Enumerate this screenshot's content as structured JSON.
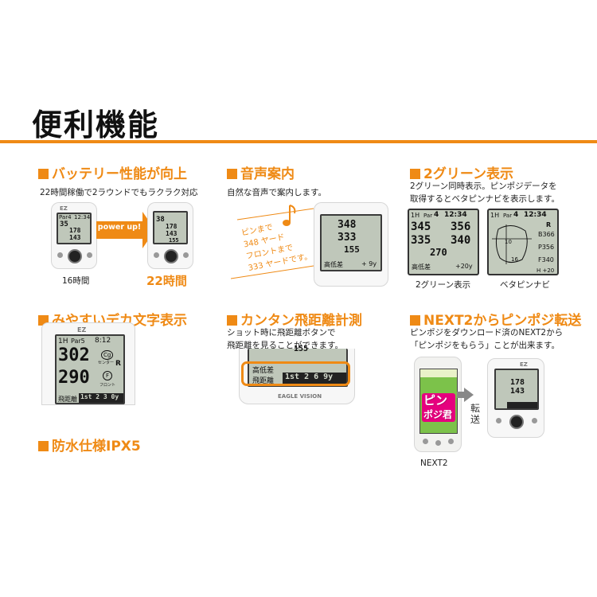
{
  "page": {
    "title": "便利機能"
  },
  "sections": {
    "battery": {
      "heading": "バッテリー性能が向上",
      "desc": "22時間稼働で2ラウンドでもラクラク対応",
      "arrow_label": "power up!",
      "old_caption": "16時間",
      "new_caption": "22時間",
      "old_screen": {
        "mode": "Par4",
        "clock": "12:34",
        "n1": "35",
        "n2": "178",
        "n3": "143"
      },
      "new_screen": {
        "n1": "38",
        "n2": "178",
        "n3": "143",
        "n4": "155"
      }
    },
    "voice": {
      "heading": "音声案内",
      "desc": "自然な音声で案内します。",
      "speech_lines": [
        "ピンまで",
        "348 ヤード",
        "フロントまで",
        "333 ヤードです。"
      ],
      "screen": {
        "n1": "348",
        "n2": "333",
        "n3": "155",
        "label": "高低差",
        "value": "+ 9y"
      }
    },
    "green": {
      "heading": "2グリーン表示",
      "desc_lines": [
        "2グリーン同時表示。ピンポジデータを",
        "取得するとベタピンナビを表示します。"
      ],
      "two_green": {
        "hole": "1H",
        "par": "Par",
        "par_num": "4",
        "clock": "12:34",
        "left_top": "345",
        "right_top": "356",
        "left_bottom": "335",
        "right_bottom": "340",
        "center": "270",
        "label": "高低差",
        "value": "+20y",
        "caption": "2グリーン表示"
      },
      "betapin": {
        "hole": "1H",
        "par": "Par",
        "par_num": "4",
        "clock": "12:34",
        "r": "R",
        "b": "B366",
        "p": "P356",
        "f": "F340",
        "h": "H +20",
        "n10": "10",
        "n16": "16",
        "caption": "ベタピンナビ"
      }
    },
    "bignum": {
      "heading": "みやすいデカ文字表示",
      "screen": {
        "hole": "1H",
        "par": "Par5",
        "clock": "8:12",
        "n1": "302",
        "n2": "290",
        "c1": "Cg",
        "c1_sub": "センター",
        "r": "R",
        "c2": "F",
        "c2_sub": "フロント",
        "bar_label": "飛距離",
        "bar_value": "1st 2 3 0y"
      }
    },
    "distance": {
      "heading": "カンタン飛距離計測",
      "desc_lines": [
        "ショット時に飛距離ボタンで",
        "飛距離を見ることができます。"
      ],
      "screen": {
        "label1": "高低差",
        "label2": "飛距離",
        "value": "1st 2 6 9y",
        "top": "155"
      },
      "brand": "EAGLE VISION"
    },
    "next2": {
      "heading": "NEXT2からピンポジ転送",
      "desc_lines": [
        "ピンポジをダウンロード済のNEXT2から",
        "「ピンポジをもらう」ことが出来ます。"
      ],
      "next2_caption": "NEXT2",
      "transfer_label": "転送",
      "logo_text": [
        "ピン",
        "ポジ君"
      ]
    },
    "waterproof": {
      "heading": "防水仕様IPX5"
    }
  }
}
